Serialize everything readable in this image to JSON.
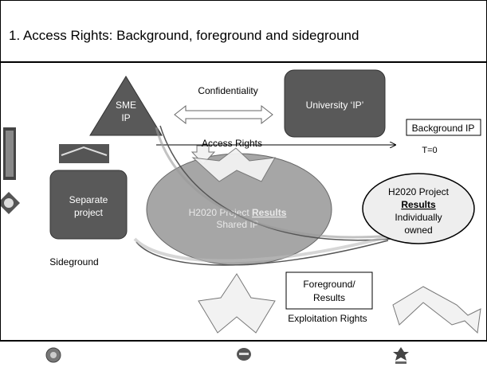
{
  "slide": {
    "title": "1. Access Rights: Background, foreground and sideground"
  },
  "diagram": {
    "sme_ip": [
      "SME",
      "IP"
    ],
    "confidentiality": "Confidentiality",
    "university_ip": "University ‘IP’",
    "background_ip": "Background IP",
    "t_zero": "T=0",
    "access_rights": "Access Rights",
    "separate_project": [
      "Separate",
      "project"
    ],
    "sideground": "Sideground",
    "shared_results": {
      "prefix": "H2020 Project ",
      "emphasis": "Results",
      "line2": "Shared IP"
    },
    "individual_results": {
      "line1": "H2020 Project",
      "emphasis": "Results",
      "line3": "Individually",
      "line4": "owned"
    },
    "foreground_results": [
      "Foreground/",
      "Results"
    ],
    "exploitation_rights": "Exploitation Rights"
  },
  "colors": {
    "dark_box": "#5a5a5a",
    "big_ellipse": "#a6a6a6",
    "small_ellipse": "#eeeeee",
    "arrow_fill": "#f2f2f2"
  },
  "logos": [
    "left-side-emblem-logo",
    "footer-seal-logo",
    "footer-badge-logo",
    "footer-figure-logo"
  ]
}
